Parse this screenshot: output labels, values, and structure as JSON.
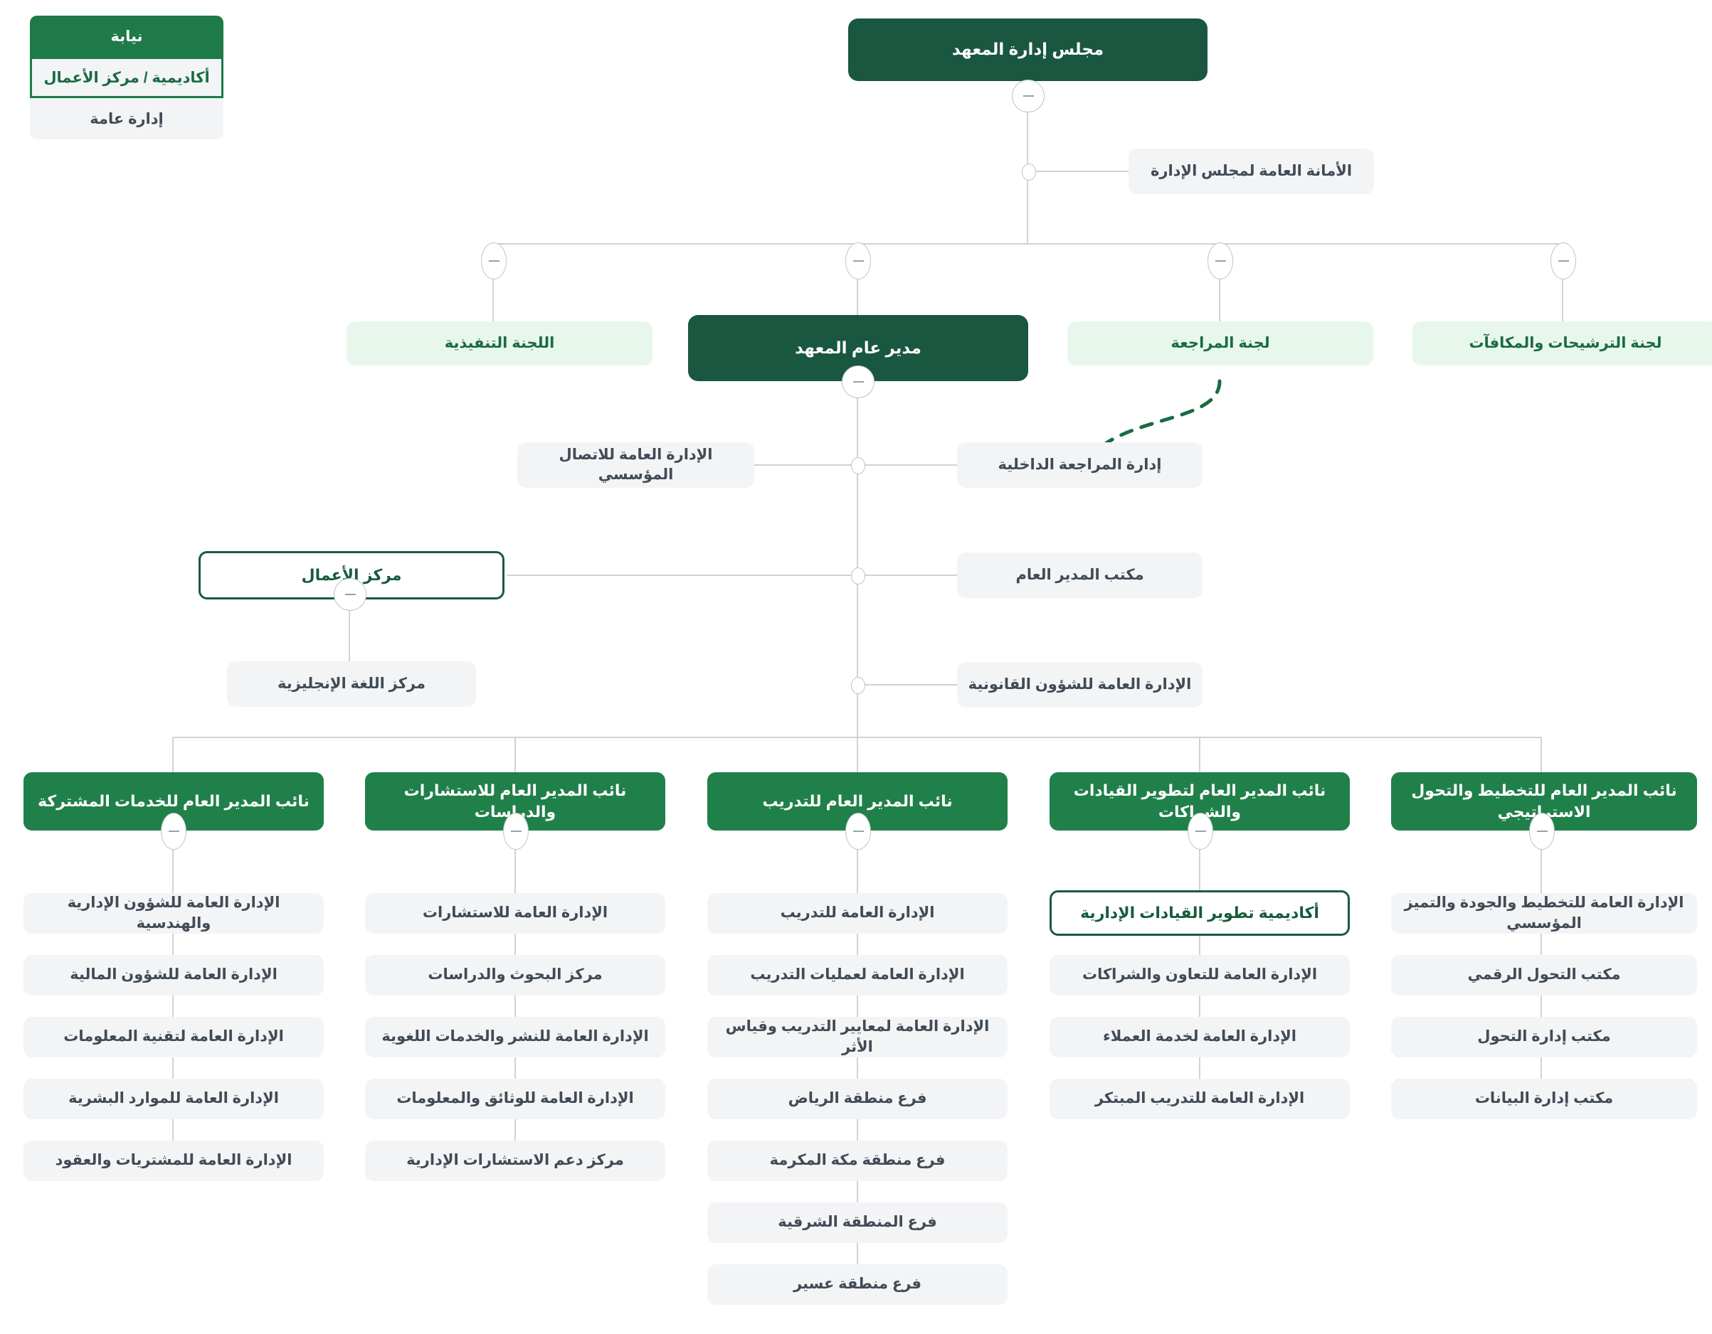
{
  "legend": {
    "name": "legend",
    "items": [
      {
        "label": "نيابة",
        "style": "deputy"
      },
      {
        "label": "أكاديمية / مركز الأعمال",
        "style": "academy-business-center"
      },
      {
        "label": "إدارة عامة",
        "style": "general-department"
      }
    ]
  },
  "board": {
    "title": "مجلس إدارة المعهد",
    "secretariat": "الأمانة العامة لمجلس الإدارة"
  },
  "committees": [
    {
      "label": "اللجنة التنفيذية"
    },
    {
      "label": "لجنة المراجعة"
    },
    {
      "label": "لجنة الترشيحات والمكافآت"
    }
  ],
  "director_general": {
    "title": "مدير عام المعهد",
    "staff_right": [
      "إدارة المراجعة الداخلية",
      "مكتب المدير العام",
      "الإدارة العامة للشؤون القانونية"
    ],
    "staff_left": [
      "الإدارة العامة للاتصال المؤسسي"
    ]
  },
  "business_center": {
    "title": "مركز الأعمال",
    "children": [
      "مركز اللغة الإنجليزية"
    ]
  },
  "deputies": [
    {
      "title": "نائب المدير العام للخدمات المشتركة",
      "children": [
        {
          "label": "الإدارة العامة للشؤون الإدارية والهندسية",
          "style": "grey"
        },
        {
          "label": "الإدارة العامة للشؤون المالية",
          "style": "grey"
        },
        {
          "label": "الإدارة العامة لتقنية المعلومات",
          "style": "grey"
        },
        {
          "label": "الإدارة العامة للموارد البشرية",
          "style": "grey"
        },
        {
          "label": "الإدارة العامة للمشتريات والعقود",
          "style": "grey"
        }
      ]
    },
    {
      "title": "نائب المدير العام للاستشارات والدراسات",
      "children": [
        {
          "label": "الإدارة العامة للاستشارات",
          "style": "grey"
        },
        {
          "label": "مركز البحوث والدراسات",
          "style": "grey"
        },
        {
          "label": "الإدارة العامة للنشر والخدمات اللغوية",
          "style": "grey"
        },
        {
          "label": "الإدارة العامة للوثائق والمعلومات",
          "style": "grey"
        },
        {
          "label": "مركز دعم الاستشارات الإدارية",
          "style": "grey"
        }
      ]
    },
    {
      "title": "نائب المدير العام للتدريب",
      "children": [
        {
          "label": "الإدارة العامة للتدريب",
          "style": "grey"
        },
        {
          "label": "الإدارة العامة لعمليات التدريب",
          "style": "grey"
        },
        {
          "label": "الإدارة العامة لمعايير التدريب وقياس الأثر",
          "style": "grey"
        },
        {
          "label": "فرع منطقة الرياض",
          "style": "grey"
        },
        {
          "label": "فرع منطقة مكة المكرمة",
          "style": "grey"
        },
        {
          "label": "فرع المنطقة الشرقية",
          "style": "grey"
        },
        {
          "label": "فرع منطقة عسير",
          "style": "grey"
        }
      ]
    },
    {
      "title": "نائب المدير العام لتطوير القيادات والشراكات",
      "children": [
        {
          "label": "أكاديمية تطوير القيادات الإدارية",
          "style": "outline"
        },
        {
          "label": "الإدارة العامة للتعاون والشراكات",
          "style": "grey"
        },
        {
          "label": "الإدارة العامة لخدمة العملاء",
          "style": "grey"
        },
        {
          "label": "الإدارة العامة للتدريب المبتكر",
          "style": "grey"
        }
      ]
    },
    {
      "title": "نائب المدير العام للتخطيط والتحول الاستراتيجي",
      "children": [
        {
          "label": "الإدارة العامة للتخطيط والجودة والتميز المؤسسي",
          "style": "grey"
        },
        {
          "label": "مكتب التحول الرقمي",
          "style": "grey"
        },
        {
          "label": "مكتب إدارة التحول",
          "style": "grey"
        },
        {
          "label": "مكتب إدارة البيانات",
          "style": "grey"
        }
      ]
    }
  ],
  "colors": {
    "dark_green": "#1a5740",
    "green": "#20804a",
    "mint": "#e8f7ec",
    "mint_text": "#1a6b43",
    "grey_bg": "#f2f4f6",
    "grey_text": "#414b56",
    "line": "#c8ccd0",
    "dashed_line": "#1a6b43"
  }
}
